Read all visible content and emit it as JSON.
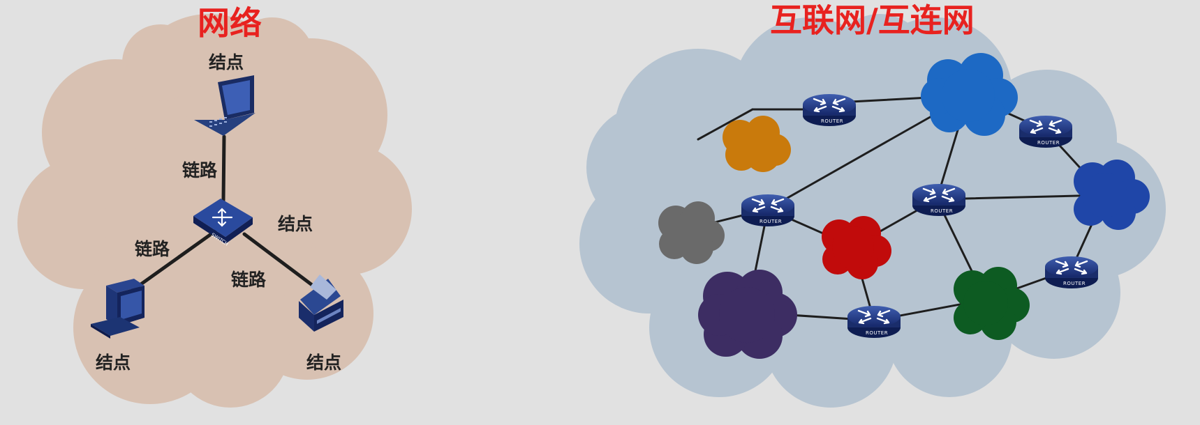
{
  "left_panel": {
    "title": "网络",
    "node_label_top": "结点",
    "node_label_right": "结点",
    "node_label_bottom_left": "结点",
    "node_label_bottom_right": "结点",
    "link_label_top": "链路",
    "link_label_left": "链路",
    "link_label_right": "链路",
    "switch_caption": "SWITCH",
    "cloud_color": "#d8c1b2"
  },
  "right_panel": {
    "title": "互联网/互连网",
    "router_caption": "ROUTER",
    "cloud_color": "#b6c4d1",
    "network_colors": {
      "orange": "#c97a0c",
      "gray": "#6a6a6a",
      "purple": "#3d2d63",
      "red": "#c10b0b",
      "blue": "#1d69c4",
      "navy": "#1f46a8",
      "green": "#0d5b22"
    }
  },
  "colors": {
    "background": "#e1e1e1",
    "title": "#e8221f",
    "device": "#1c3473",
    "link": "#1e1e1e"
  }
}
